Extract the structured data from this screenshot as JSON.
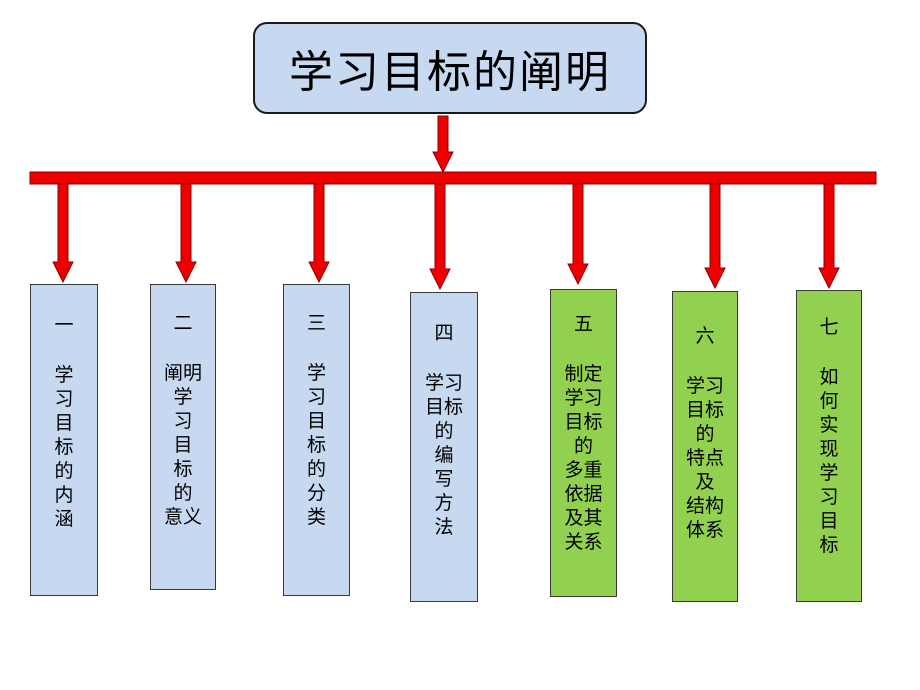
{
  "title": "学习目标的阐明",
  "colors": {
    "arrow": "#ee0000",
    "arrow_outline": "#8a0000",
    "blue_box": "#c6d9f1",
    "green_box": "#92d050"
  },
  "cards": [
    {
      "number": "一",
      "lines": [
        "学",
        "习",
        "目",
        "标",
        "的",
        "内",
        "涵"
      ],
      "color": "blue"
    },
    {
      "number": "二",
      "lines": [
        "阐明",
        "学",
        "习",
        "目",
        "标",
        "的",
        "意义"
      ],
      "color": "blue"
    },
    {
      "number": "三",
      "lines": [
        "学",
        "习",
        "目",
        "标",
        "的",
        "分",
        "类"
      ],
      "color": "blue"
    },
    {
      "number": "四",
      "lines": [
        "学习",
        "目标",
        "的",
        "编",
        "写",
        "方",
        "法"
      ],
      "color": "blue"
    },
    {
      "number": "五",
      "lines": [
        "制定",
        "学习",
        "目标",
        "的",
        "多重",
        "依据",
        "及其",
        "关系"
      ],
      "color": "green"
    },
    {
      "number": "六",
      "lines": [
        "学习",
        "目标",
        "的",
        "特点",
        "及",
        "结构",
        "体系"
      ],
      "color": "green"
    },
    {
      "number": "七",
      "lines": [
        "如",
        "何",
        "实",
        "现",
        "学",
        "习",
        "目",
        "标"
      ],
      "color": "green"
    }
  ]
}
